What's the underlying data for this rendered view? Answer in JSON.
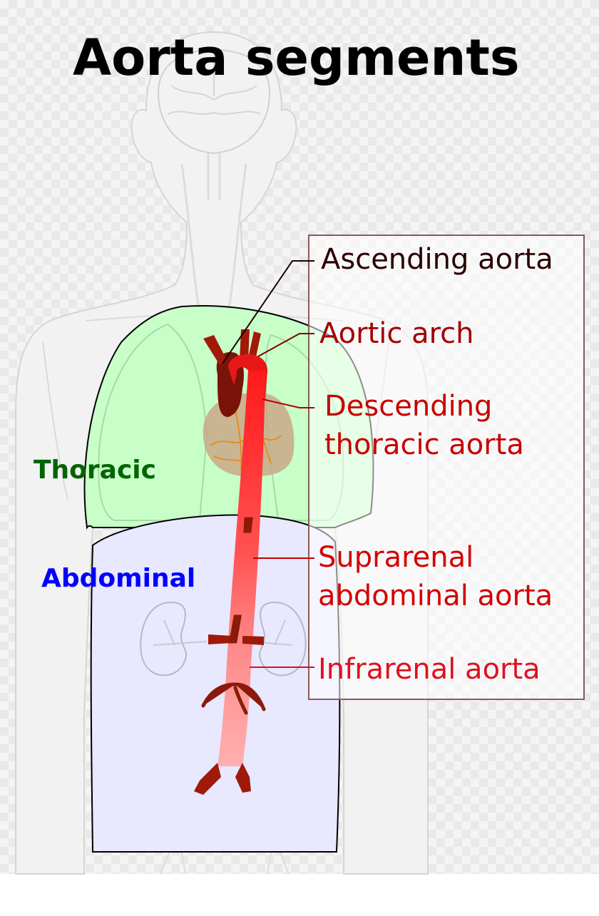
{
  "title": "Aorta segments",
  "segments": {
    "ascending": "Ascending aorta",
    "arch": "Aortic arch",
    "descending_line1": "Descending",
    "descending_line2": "thoracic aorta",
    "suprarenal_line1": "Suprarenal",
    "suprarenal_line2": "abdominal aorta",
    "infrarenal": "Infrarenal aorta"
  },
  "regions": {
    "thoracic": "Thoracic",
    "abdominal": "Abdominal"
  },
  "colors": {
    "thoracic_fill": "#c8ffc8",
    "abdominal_fill": "#e8e8ff",
    "aorta_dark": "#8b1a0a",
    "aorta_red": "#ff2a2a",
    "aorta_pink": "#ff9a9a",
    "heart_fill": "#c9a887",
    "body_outline": "#d9d9d9"
  }
}
